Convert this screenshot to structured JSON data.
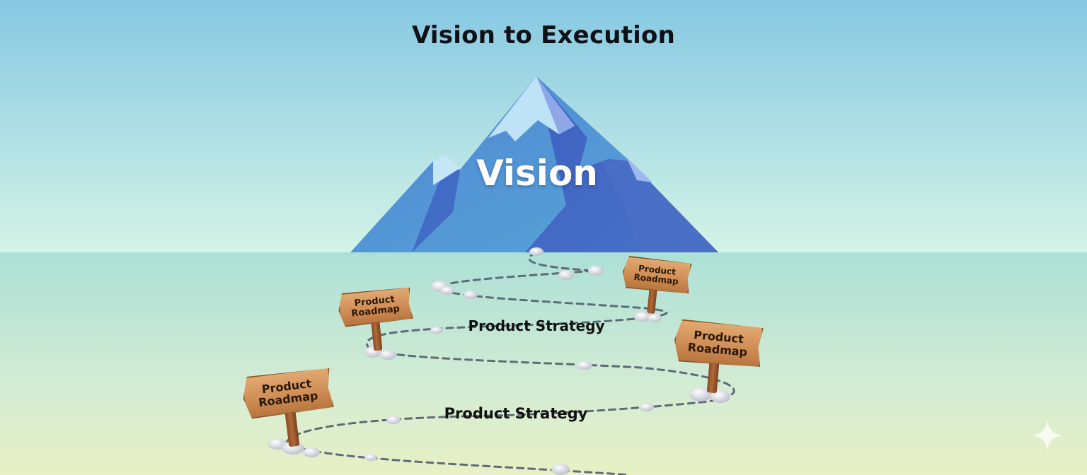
{
  "title": "Vision to Execution",
  "peak": {
    "label": "Vision"
  },
  "path": {
    "strategy_labels": [
      "Product Strategy",
      "Product Strategy"
    ]
  },
  "signposts": [
    {
      "line1": "Product",
      "line2": "Roadmap"
    },
    {
      "line1": "Product",
      "line2": "Roadmap"
    },
    {
      "line1": "Product",
      "line2": "Roadmap"
    },
    {
      "line1": "Product",
      "line2": "Roadmap"
    }
  ],
  "colors": {
    "sky_top": "#86c8e3",
    "sky_bottom": "#d4f4e6",
    "ground_top": "#ace0d6",
    "ground_bottom": "#e8f0c4",
    "mountain_light": "#5aa7d8",
    "mountain_dark": "#4267c4",
    "snow": "#c4e6f7",
    "path_dash": "#5e6b78",
    "wood": "#d49a60",
    "label_text": "#111111"
  },
  "icons": {
    "corner": "sparkle-icon"
  }
}
